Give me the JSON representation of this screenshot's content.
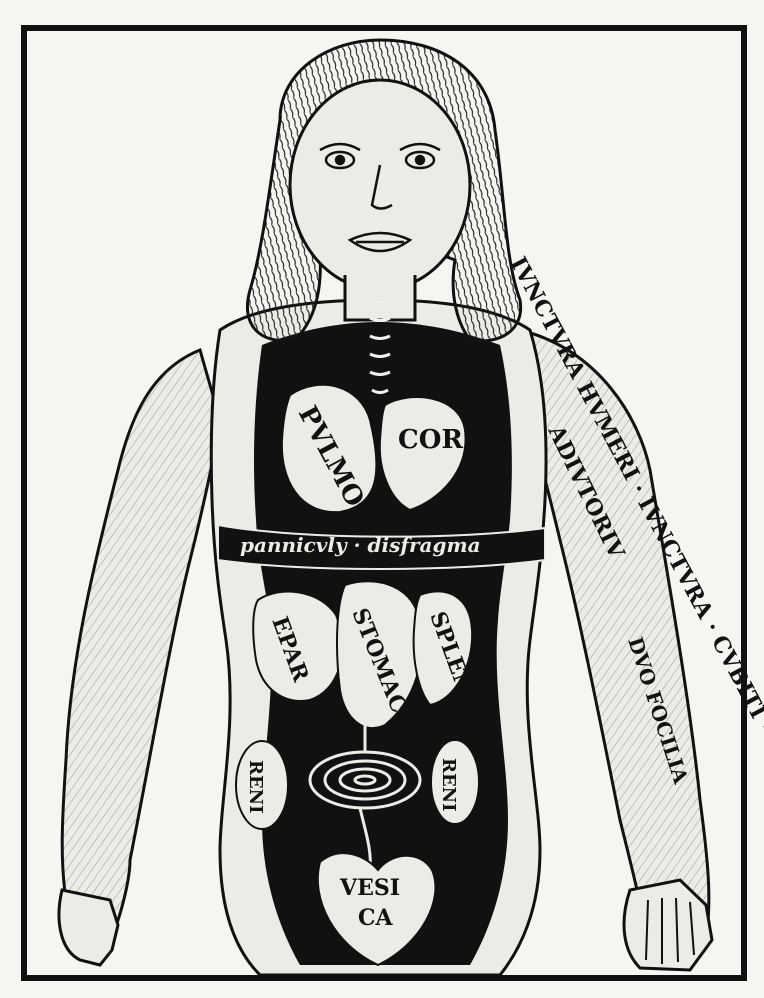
{
  "labels": {
    "pulmo": "PVLMO",
    "cor": "COR",
    "diaphragm": "pannicvly · disfragma",
    "epar": "EPAR",
    "stomachus": "STOMACHVS",
    "splen": "SPLEN",
    "ren_left": "RENI",
    "ren_right": "RENI",
    "vesica_1": "VESI",
    "vesica_2": "CA",
    "arm_outer": "IVNCTVRA HVMERI · IVNCTVRA · CVBITI · RASCTA",
    "arm_inner_1": "ADIVTORIV",
    "arm_inner_2": "DVO FOCILIA"
  },
  "colors": {
    "ink": "#111111",
    "paper": "#f6f5f2",
    "flesh": "#ecebe6"
  }
}
